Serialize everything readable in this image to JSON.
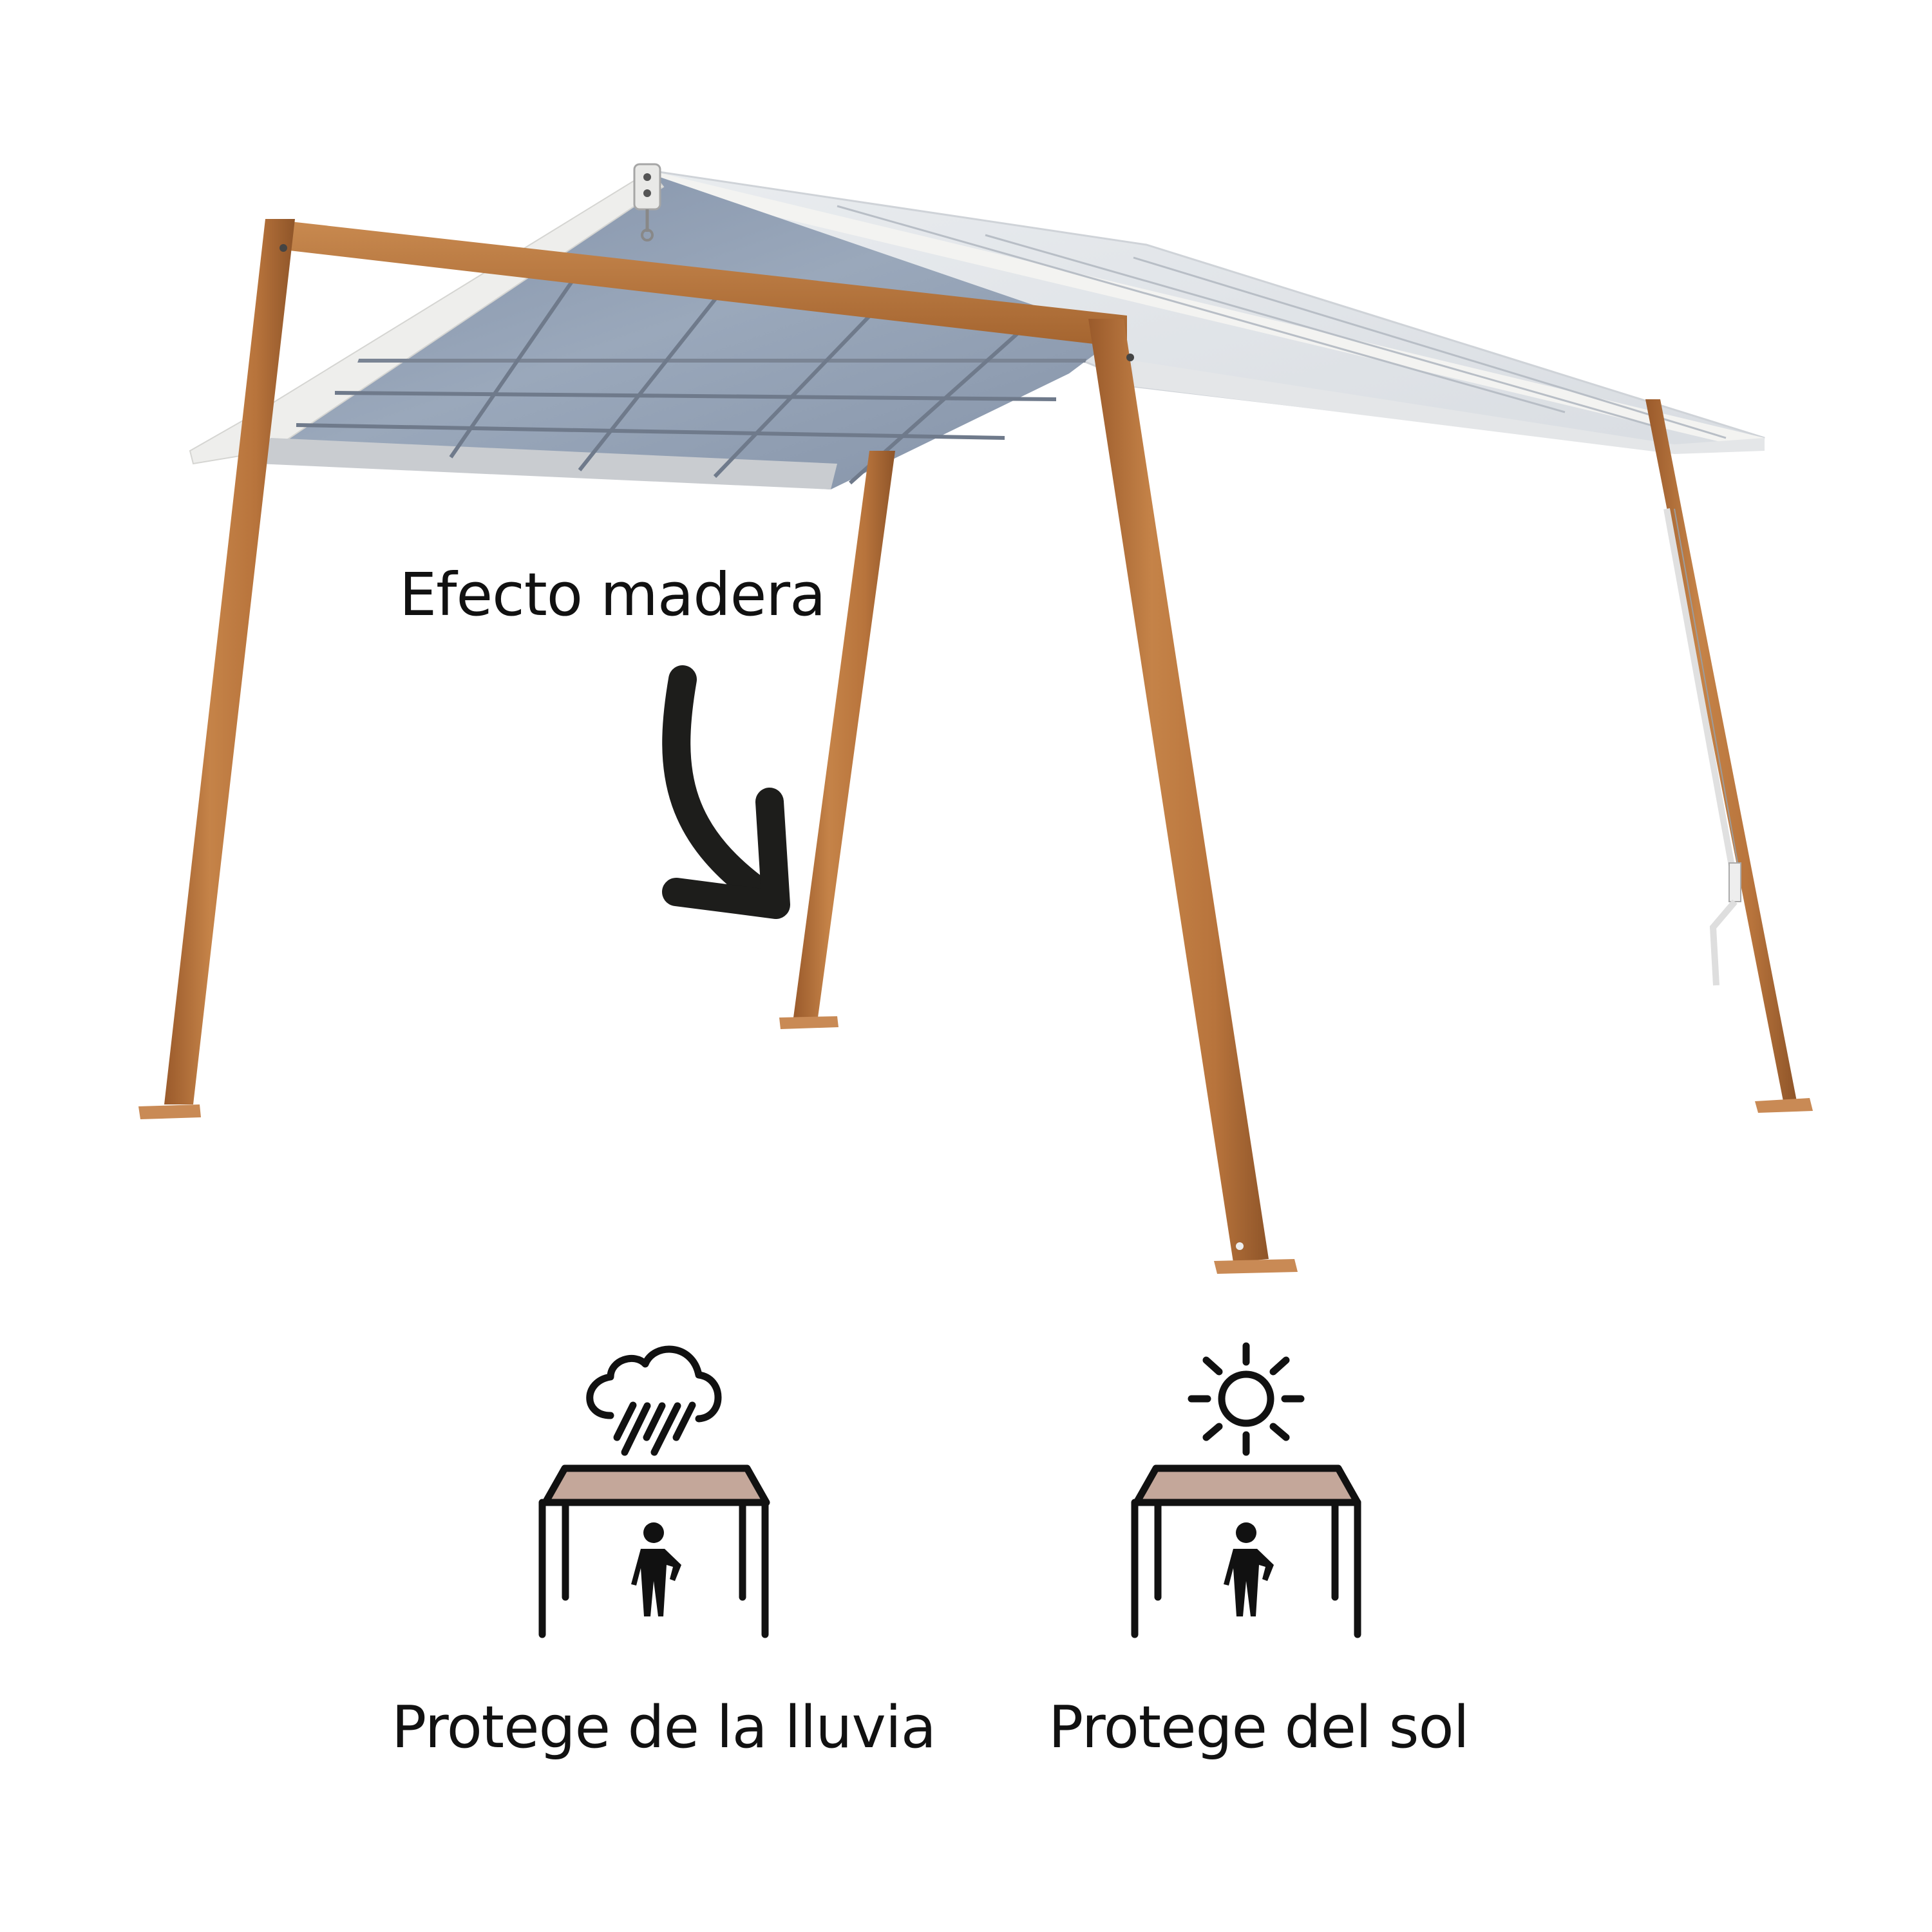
{
  "product": {
    "type": "pergola",
    "callout": {
      "label": "Efecto madera",
      "arrow": "curved-arrow-down-right"
    }
  },
  "features": [
    {
      "icon": "rain-cloud-over-gazebo-icon",
      "caption": "Protege de la lluvia"
    },
    {
      "icon": "sun-over-gazebo-icon",
      "caption": "Protege del sol"
    }
  ],
  "colors": {
    "wood": "#b9773f",
    "wood_dark": "#8f5529",
    "frame_white": "#f1f1ef",
    "roof_panel": "#8d9bb0",
    "icon_roof_fill": "#c4a79a",
    "icon_stroke": "#111111",
    "background": "#ffffff"
  }
}
